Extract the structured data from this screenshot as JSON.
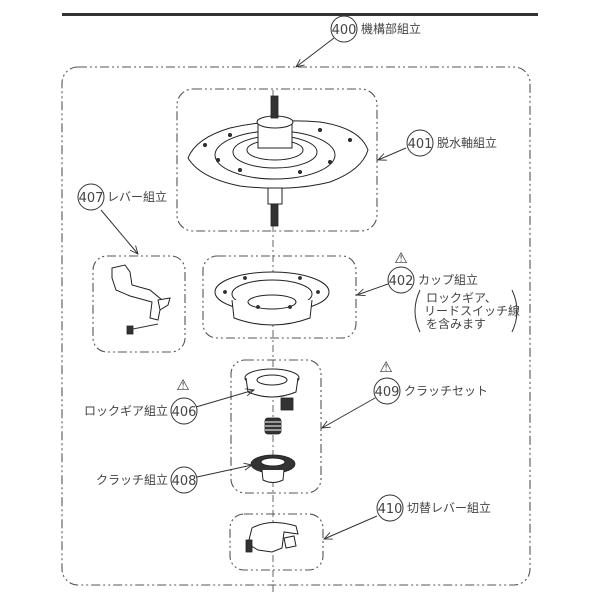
{
  "diagram": {
    "title_bar_color": "#333333",
    "parts": [
      {
        "id": "400",
        "label": "機構部組立"
      },
      {
        "id": "401",
        "label": "脱水軸組立"
      },
      {
        "id": "402",
        "label": "カップ組立",
        "warning": true,
        "note_lines": [
          "ロックギア、",
          "リードスイッチ線",
          "を含みます"
        ]
      },
      {
        "id": "406",
        "label": "ロックギア組立",
        "warning": true
      },
      {
        "id": "407",
        "label": "レバー組立"
      },
      {
        "id": "408",
        "label": "クラッチ組立"
      },
      {
        "id": "409",
        "label": "クラッチセット",
        "warning": true
      },
      {
        "id": "410",
        "label": "切替レバー組立"
      }
    ],
    "warning_symbol": "⚠"
  }
}
